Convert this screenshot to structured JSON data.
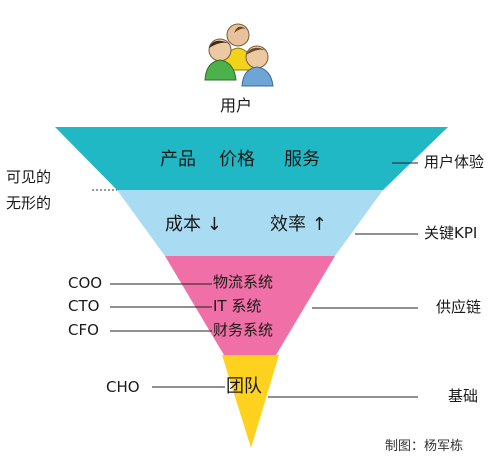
{
  "user_label": "用户",
  "colors": {
    "teal": "#1fb8c4",
    "light_blue": "#a9dcf3",
    "pink": "#ef6fa6",
    "yellow": "#ffd21f"
  },
  "layers": {
    "visible": {
      "items": [
        "产品",
        "价格",
        "服务"
      ],
      "callout": "用户体验"
    },
    "efficiency": {
      "left": "成本 ↓",
      "right": "效率 ↑",
      "callout": "关键KPI"
    },
    "supply": {
      "items": [
        "物流系统",
        "IT 系统",
        "财务系统"
      ],
      "roles": [
        "COO",
        "CTO",
        "CFO"
      ],
      "callout": "供应链"
    },
    "base": {
      "item": "团队",
      "role": "CHO",
      "callout": "基础"
    }
  },
  "divider_labels": [
    "可见的",
    "无形的"
  ],
  "credit": "制图：杨军栋"
}
